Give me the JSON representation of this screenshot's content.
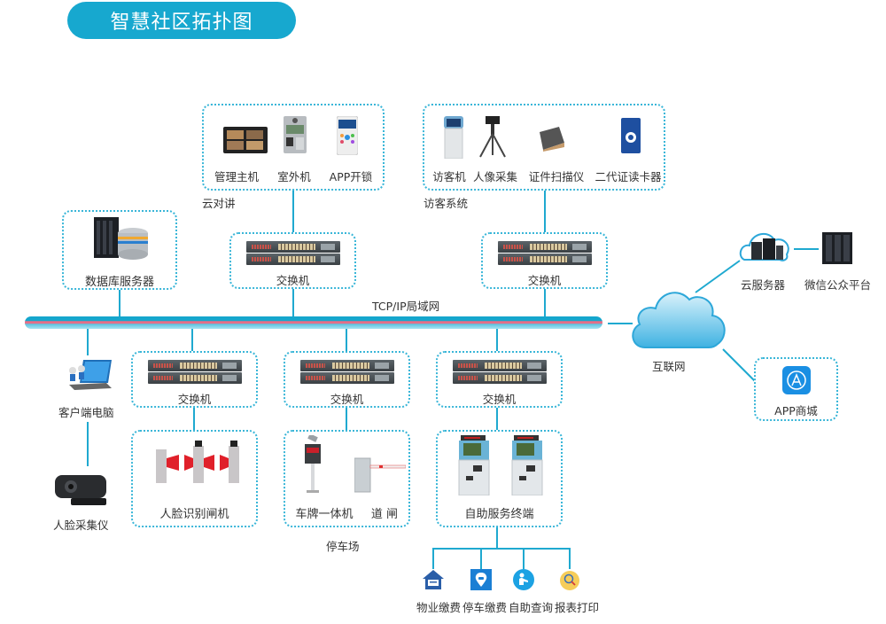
{
  "title": "智慧社区拓扑图",
  "network": {
    "bus_label": "TCP/IP局域网",
    "internet_label": "互联网",
    "colors": {
      "accent": "#17a8cf",
      "line": "#1fa9d0",
      "bus_red": "#e76d86",
      "box_border": "#3ab6d8"
    }
  },
  "cloud_intercom": {
    "group_label": "云对讲",
    "devices": [
      "管理主机",
      "室外机",
      "APP开锁"
    ]
  },
  "visitor_system": {
    "group_label": "访客系统",
    "devices": [
      "访客机",
      "人像采集",
      "证件扫描仪",
      "二代证读卡器"
    ]
  },
  "database_server": {
    "label": "数据库服务器"
  },
  "switches": {
    "top_left": "交换机",
    "top_right": "交换机",
    "bottom_1": "交换机",
    "bottom_2": "交换机",
    "bottom_3": "交换机"
  },
  "cloud_services": {
    "cloud_server": "云服务器",
    "wechat_platform": "微信公众平台",
    "app_store": "APP商城"
  },
  "client_side": {
    "pc": "客户端电脑",
    "face_camera": "人脸采集仪"
  },
  "face_gate": {
    "label": "人脸识别闸机"
  },
  "parking": {
    "group_label": "停车场",
    "devices": [
      "车牌一体机",
      "道 闸"
    ]
  },
  "self_service": {
    "label": "自助服务终端",
    "functions": [
      "物业缴费",
      "停车缴费",
      "自助查询",
      "报表打印"
    ]
  }
}
